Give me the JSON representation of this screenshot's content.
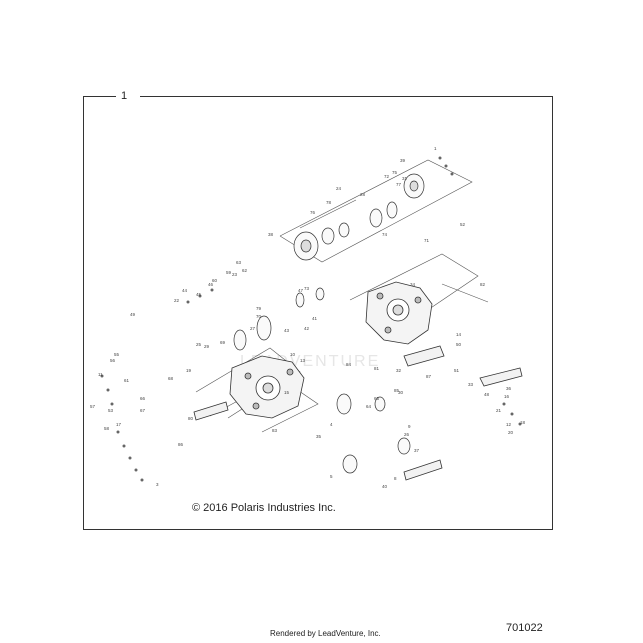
{
  "figure": {
    "callout_number": "1",
    "copyright": "© 2016 Polaris Industries Inc.",
    "diagram_number": "701022",
    "rendered_by": "Rendered by LeadVenture, Inc."
  },
  "colors": {
    "ink": "#333333",
    "frame": "#333333",
    "watermark": "#e6e6e6"
  },
  "part_labels": [
    "1",
    "3",
    "4",
    "5",
    "8",
    "9",
    "10",
    "11",
    "12",
    "13",
    "14",
    "15",
    "16",
    "17",
    "18",
    "19",
    "20",
    "21",
    "22",
    "23",
    "24",
    "25",
    "26",
    "27",
    "28",
    "29",
    "30",
    "31",
    "32",
    "33",
    "34",
    "35",
    "36",
    "37",
    "38",
    "39",
    "40",
    "41",
    "42",
    "43",
    "44",
    "45",
    "46",
    "47",
    "48",
    "49",
    "50",
    "51",
    "52",
    "53",
    "55",
    "56",
    "57",
    "58",
    "59",
    "60",
    "61",
    "62",
    "63",
    "64",
    "65",
    "66",
    "67",
    "68",
    "69",
    "70",
    "71",
    "72",
    "73",
    "74",
    "75",
    "76",
    "77",
    "78",
    "79",
    "80",
    "81",
    "82",
    "83",
    "84",
    "85",
    "86",
    "87",
    "88",
    "89"
  ]
}
